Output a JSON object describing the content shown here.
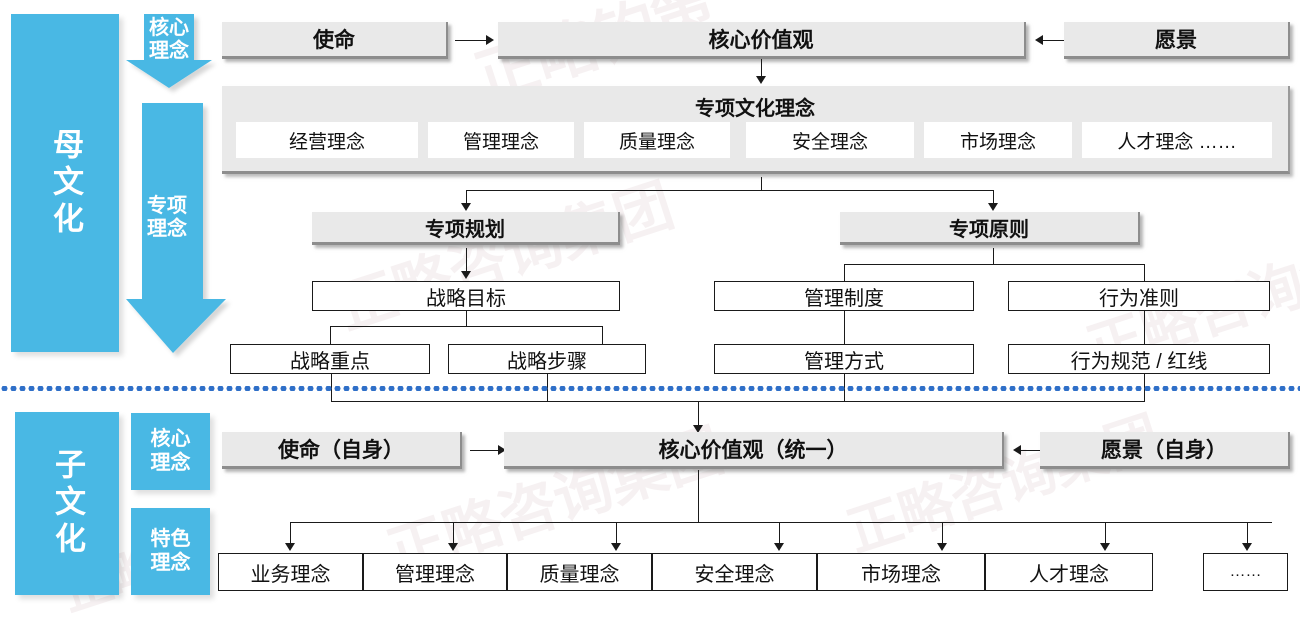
{
  "colors": {
    "accent_blue": "#49b8e4",
    "box_grey": "#e9e9e9",
    "divider_blue": "#2f6fc8",
    "outline": "#1a1a1a"
  },
  "parent_section": {
    "side_label": "母文化",
    "band_core": "核心\n理念",
    "band_special": "专项\n理念",
    "top_row": {
      "mission": "使命",
      "core_values": "核心价值观",
      "vision": "愿景"
    },
    "special_culture_panel": {
      "title": "专项文化理念",
      "items": [
        "经营理念",
        "管理理念",
        "质量理念",
        "安全理念",
        "市场理念",
        "人才理念 ……"
      ]
    },
    "planning_branch": {
      "header": "专项规划",
      "level2": "战略目标",
      "level3": [
        "战略重点",
        "战略步骤"
      ]
    },
    "principle_branch": {
      "header": "专项原则",
      "level2": [
        "管理制度",
        "行为准则"
      ],
      "level3": [
        "管理方式",
        "行为规范 / 红线"
      ]
    }
  },
  "sub_section": {
    "side_label": "子文化",
    "band_core": "核心\n理念",
    "band_feature": "特色\n理念",
    "top_row": {
      "mission": "使命（自身）",
      "core_values": "核心价值观（统一）",
      "vision": "愿景（自身）"
    },
    "concepts": [
      "业务理念",
      "管理理念",
      "质量理念",
      "安全理念",
      "市场理念",
      "人才理念",
      "……"
    ]
  },
  "watermarks": [
    "正略钧策",
    "正略咨询集团",
    "正略",
    "咨询集团"
  ]
}
